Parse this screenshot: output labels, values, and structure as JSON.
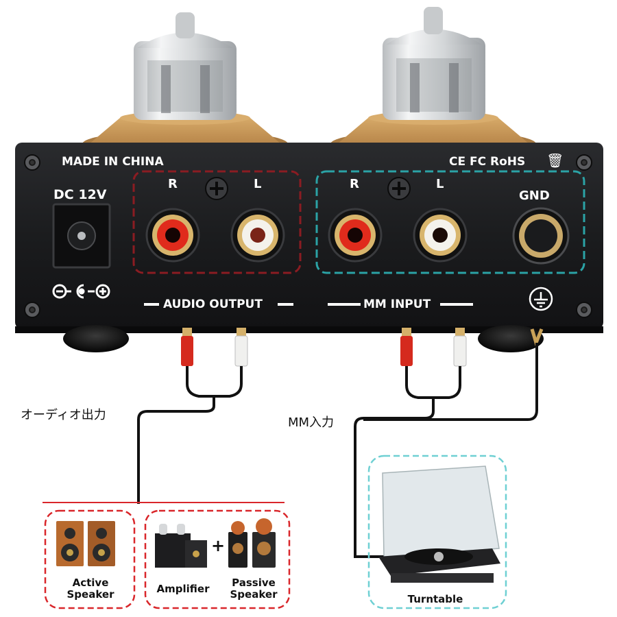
{
  "panel": {
    "made_in": "MADE IN CHINA",
    "certifications": "CE FC RoHS",
    "dc_label": "DC 12V",
    "out_r": "R",
    "out_l": "L",
    "in_r": "R",
    "in_l": "L",
    "gnd_label": "GND",
    "audio_output": "AUDIO OUTPUT",
    "mm_input": "MM INPUT"
  },
  "annotations": {
    "audio_out_jp": "オーディオ出力",
    "mm_in_jp": "MM入力"
  },
  "devices": {
    "active_speaker": [
      "Active",
      "Speaker"
    ],
    "amplifier": "Amplifier",
    "plus": "+",
    "passive_speaker": [
      "Passive",
      "Speaker"
    ],
    "turntable": "Turntable"
  },
  "colors": {
    "chassis": "#1c1d1f",
    "tube_base": "#c99a5c",
    "output_box": "#8b1c22",
    "input_box": "#2ba3a6",
    "rca_red": "#e02b1c",
    "rca_white": "#f4f2ec",
    "device_border": "#d9262a",
    "turntable_border": "#6fd0d3"
  }
}
